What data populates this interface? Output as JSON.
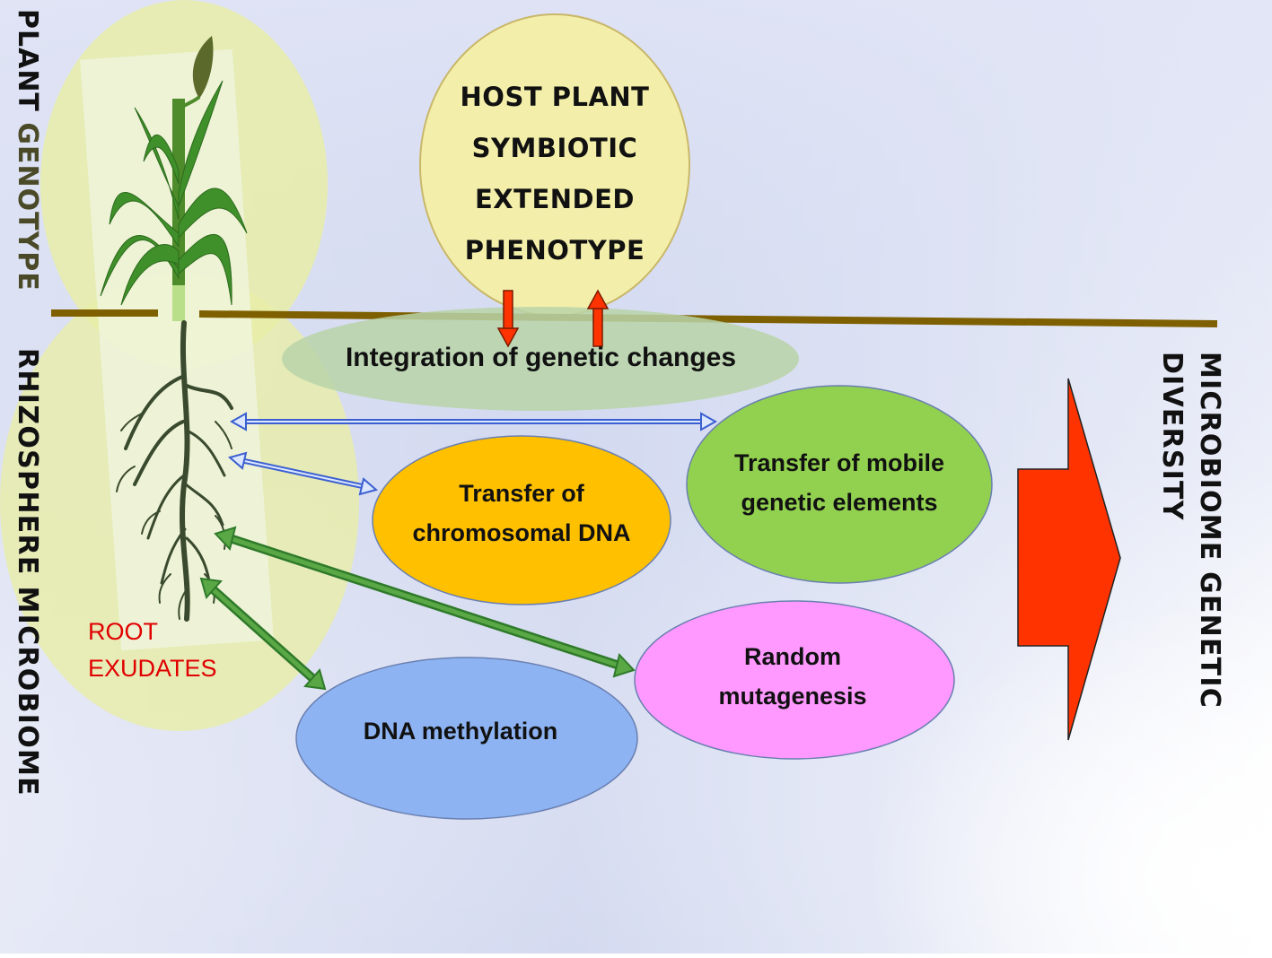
{
  "labels": {
    "plant_genotype_1": "PLANT",
    "plant_genotype_2": "GENOTYPE",
    "rhizosphere": "RHIZOSPHERE MICROBIOME",
    "host_plant": [
      "HOST PLANT",
      "SYMBIOTIC",
      "EXTENDED",
      "PHENOTYPE"
    ],
    "integration": "Integration of genetic changes",
    "mobile": [
      "Transfer of mobile",
      "genetic elements"
    ],
    "chromosomal": [
      "Transfer of",
      "chromosomal DNA"
    ],
    "random": [
      "Random",
      "mutagenesis"
    ],
    "methylation": "DNA methylation",
    "root_exudates": [
      "ROOT",
      "EXUDATES"
    ],
    "microbiome_diversity": [
      "MICROBIOME GENETIC",
      "DIVERSITY"
    ]
  },
  "colors": {
    "host_fill": "#f3efaa",
    "integration_fill": "#b9d3a8",
    "mobile_fill": "#92d050",
    "chromosomal_fill": "#ffc000",
    "random_fill": "#ff99ff",
    "methylation_fill": "#8db3f2",
    "big_arrow": "#ff3300",
    "soil_line": "#7f6000",
    "root_exudates_text": "#e00000"
  }
}
